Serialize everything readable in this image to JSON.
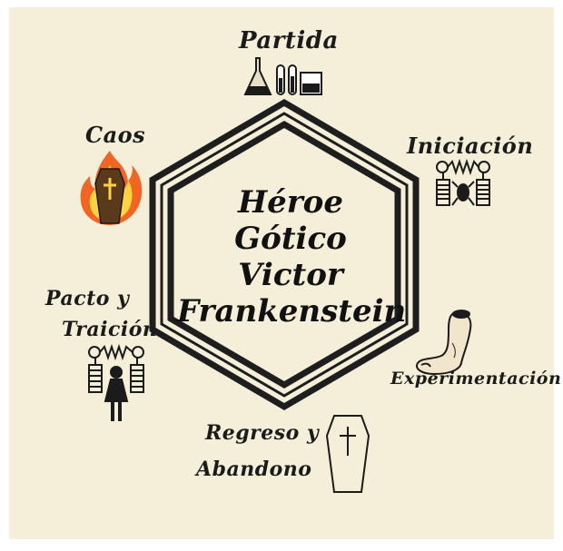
{
  "center": {
    "line1": "Héroe Gótico",
    "line2": "Victor",
    "line3": "Frankenstein"
  },
  "stages": {
    "partida": "Partida",
    "iniciacion": "Iniciación",
    "experimentacion": "Experimentación",
    "regreso_line1": "Regreso y",
    "regreso_line2": "Abandono",
    "pacto_line1": "Pacto y",
    "pacto_line2": "Traición",
    "caos": "Caos"
  },
  "icons": {
    "partida": "lab-glassware-icon",
    "iniciacion": "tesla-coil-frog-icon",
    "experimentacion": "severed-foot-icon",
    "regreso": "coffin-cross-icon",
    "pacto": "tesla-coil-woman-icon",
    "caos": "burning-coffin-icon"
  },
  "colors": {
    "background": "#f5efd9",
    "ink": "#1b1b1b",
    "fire_outer": "#f26522",
    "fire_inner": "#ffd23f"
  }
}
